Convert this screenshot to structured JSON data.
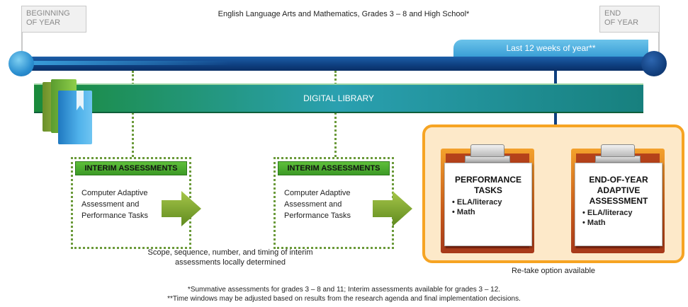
{
  "flags": {
    "start": [
      "BEGINNING",
      "OF YEAR"
    ],
    "end": [
      "END",
      "OF YEAR"
    ]
  },
  "title": "English Language Arts and Mathematics, Grades 3 – 8 and High School*",
  "timeline": {
    "last_weeks_label": "Last 12 weeks of year**"
  },
  "library": {
    "label": "DIGITAL LIBRARY",
    "icon": "books-icon"
  },
  "interim": [
    {
      "header": "INTERIM ASSESSMENTS",
      "body": "Computer Adaptive Assessment and Performance Tasks"
    },
    {
      "header": "INTERIM ASSESSMENTS",
      "body": "Computer Adaptive Assessment and Performance Tasks"
    }
  ],
  "interim_note": "Scope, sequence, number, and timing of interim assessments locally determined",
  "summative": {
    "cards": [
      {
        "title": "PERFORMANCE TASKS",
        "items": [
          "• ELA/literacy",
          "• Math"
        ]
      },
      {
        "title": "END-OF-YEAR ADAPTIVE ASSESSMENT",
        "items": [
          "• ELA/literacy",
          "• Math"
        ]
      }
    ],
    "retake": "Re-take option available"
  },
  "footnotes": [
    "*Summative assessments for grades 3 – 8 and 11; Interim assessments available for grades 3 – 12.",
    "**Time windows may be adjusted based on results from the research agenda and final implementation decisions."
  ],
  "colors": {
    "timeline": "#0e3f80",
    "timeline_light": "#3aa0dd",
    "library_green": "#1a8a3a",
    "interim_green": "#6b9a3a",
    "summative_orange": "#f6a423"
  }
}
